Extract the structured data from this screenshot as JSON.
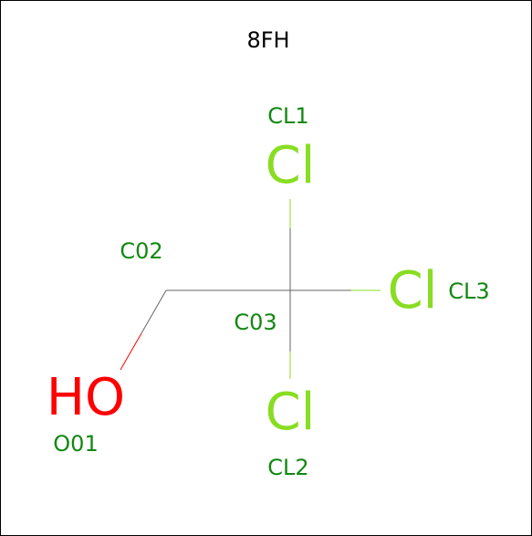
{
  "title": "8FH",
  "colors": {
    "carbon_bond": "#666666",
    "chlorine": "#88dd22",
    "oxygen": "#ff0000",
    "label": "#118811"
  },
  "atoms": {
    "cl1": {
      "symbol": "Cl",
      "label": "CL1"
    },
    "cl2": {
      "symbol": "Cl",
      "label": "CL2"
    },
    "cl3": {
      "symbol": "Cl",
      "label": "CL3"
    },
    "c02": {
      "label": "C02"
    },
    "c03": {
      "label": "C03"
    },
    "o01": {
      "symbol": "HO",
      "label": "O01"
    }
  }
}
